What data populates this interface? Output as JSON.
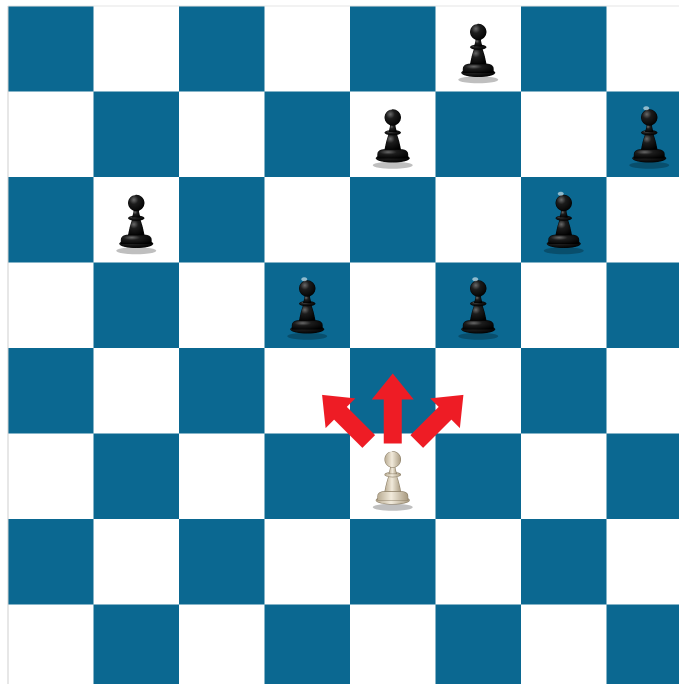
{
  "board": {
    "files": 8,
    "ranks": 8,
    "dark_color": "#0b6891",
    "light_color": "#ffffff",
    "top_left_square": "dark"
  },
  "pieces": [
    {
      "type": "pawn",
      "color": "black",
      "icon": "black-pawn-icon",
      "col": 5,
      "row": 0
    },
    {
      "type": "pawn",
      "color": "black",
      "icon": "black-pawn-icon",
      "col": 4,
      "row": 1
    },
    {
      "type": "pawn",
      "color": "black",
      "icon": "black-pawn-icon",
      "col": 7,
      "row": 1
    },
    {
      "type": "pawn",
      "color": "black",
      "icon": "black-pawn-icon",
      "col": 1,
      "row": 2
    },
    {
      "type": "pawn",
      "color": "black",
      "icon": "black-pawn-icon",
      "col": 6,
      "row": 2
    },
    {
      "type": "pawn",
      "color": "black",
      "icon": "black-pawn-icon",
      "col": 3,
      "row": 3
    },
    {
      "type": "pawn",
      "color": "black",
      "icon": "black-pawn-icon",
      "col": 5,
      "row": 3
    },
    {
      "type": "pawn",
      "color": "white",
      "icon": "white-pawn-icon",
      "col": 4,
      "row": 5
    }
  ],
  "move_arrows": {
    "color": "#ee1c25",
    "from": {
      "col": 4,
      "row": 5
    },
    "directions": [
      "up-left",
      "up",
      "up-right"
    ]
  }
}
